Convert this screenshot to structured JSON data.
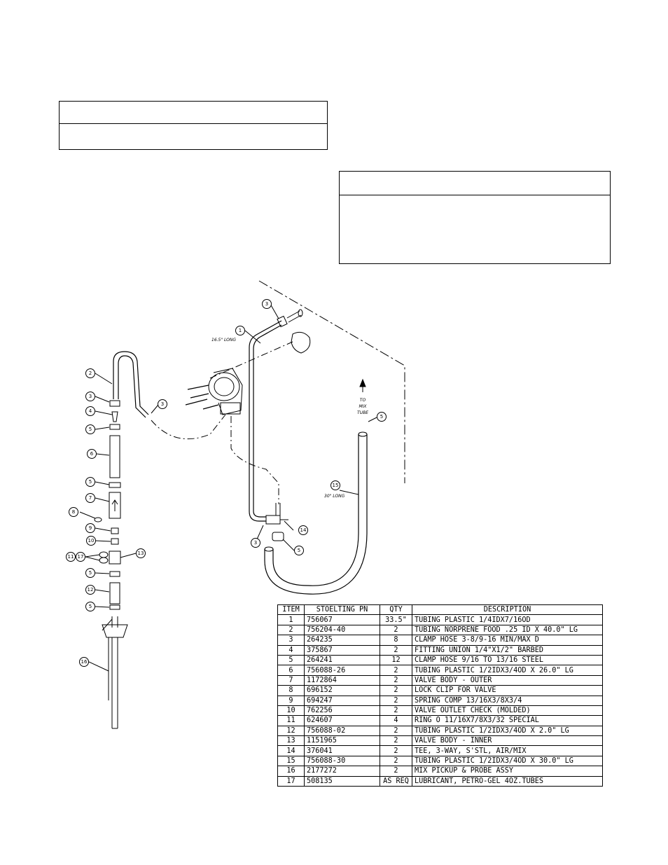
{
  "boxes": {
    "top_left": {
      "header": "",
      "body": ""
    },
    "right": {
      "header": "",
      "body": ""
    }
  },
  "callouts": {
    "c1": "1",
    "c2": "2",
    "c3a": "3",
    "c3b": "3",
    "c3c": "3",
    "c3d": "3",
    "c4": "4",
    "c5a": "5",
    "c5b": "5",
    "c5c": "5",
    "c5d": "5",
    "c5e": "5",
    "c5f": "5",
    "c6": "6",
    "c7": "7",
    "c8": "8",
    "c9": "9",
    "c10": "10",
    "c11": "11",
    "c17": "17",
    "c12": "12",
    "c13": "13",
    "c14": "14",
    "c15": "15",
    "c16": "16"
  },
  "annotations": {
    "tube1_length": "16.5\" LONG",
    "tube15_length": "30\" LONG",
    "to_mix_tube": [
      "TO",
      "MIX",
      "TUBE"
    ]
  },
  "parts_table": {
    "headers": [
      "ITEM",
      "STOELTING PN",
      "QTY",
      "DESCRIPTION"
    ],
    "rows": [
      [
        "1",
        "756067",
        "33.5\"",
        "TUBING PLASTIC 1/4IDX7/16OD"
      ],
      [
        "2",
        "756204-40",
        "2",
        "TUBING NORPRENE FOOD .25 ID X 40.0\" LG"
      ],
      [
        "3",
        "264235",
        "8",
        "CLAMP HOSE 3-8/9-16 MIN/MAX D"
      ],
      [
        "4",
        "375867",
        "2",
        "FITTING UNION 1/4\"X1/2\" BARBED"
      ],
      [
        "5",
        "264241",
        "12",
        "CLAMP HOSE 9/16 TO 13/16 STEEL"
      ],
      [
        "6",
        "756088-26",
        "2",
        "TUBING PLASTIC 1/2IDX3/4OD X 26.0\" LG"
      ],
      [
        "7",
        "1172864",
        "2",
        "VALVE BODY - OUTER"
      ],
      [
        "8",
        "696152",
        "2",
        "LOCK CLIP FOR VALVE"
      ],
      [
        "9",
        "694247",
        "2",
        "SPRING COMP 13/16X3/8X3/4"
      ],
      [
        "10",
        "762256",
        "2",
        "VALVE OUTLET CHECK (MOLDED)"
      ],
      [
        "11",
        "624607",
        "4",
        "RING O 11/16X7/8X3/32 SPECIAL"
      ],
      [
        "12",
        "756088-02",
        "2",
        "TUBING PLASTIC 1/2IDX3/4OD X 2.0\" LG"
      ],
      [
        "13",
        "1151965",
        "2",
        "VALVE BODY - INNER"
      ],
      [
        "14",
        "376041",
        "2",
        "TEE, 3-WAY, S'STL, AIR/MIX"
      ],
      [
        "15",
        "756088-30",
        "2",
        "TUBING PLASTIC 1/2IDX3/4OD X 30.0\" LG"
      ],
      [
        "16",
        "2177272",
        "2",
        "MIX PICKUP & PROBE ASSY"
      ],
      [
        "17",
        "508135",
        "AS REQ",
        "LUBRICANT, PETRO-GEL 4OZ.TUBES"
      ]
    ]
  }
}
